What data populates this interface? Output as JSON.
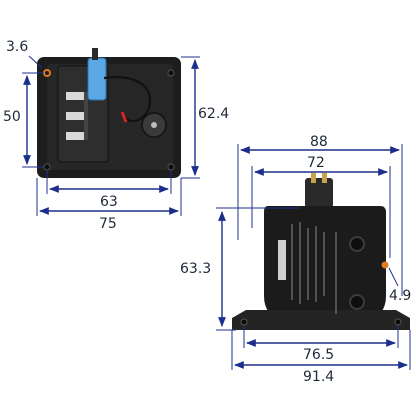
{
  "left_view": {
    "labels": {
      "hole_dia": "3.6",
      "height_inner": "50",
      "height_outer": "62.4",
      "width_inner": "63",
      "width_outer": "75"
    }
  },
  "right_view": {
    "labels": {
      "width_top_outer": "88",
      "width_top_inner": "72",
      "height": "63.3",
      "hole_dia": "4.9",
      "width_bottom_inner": "76.5",
      "width_bottom_outer": "91.4"
    }
  },
  "colors": {
    "dimension_line": "#1d2f8c",
    "body": "#1a1a1a",
    "connector": "#5aa9e6",
    "hole_marker": "#e07b20"
  }
}
